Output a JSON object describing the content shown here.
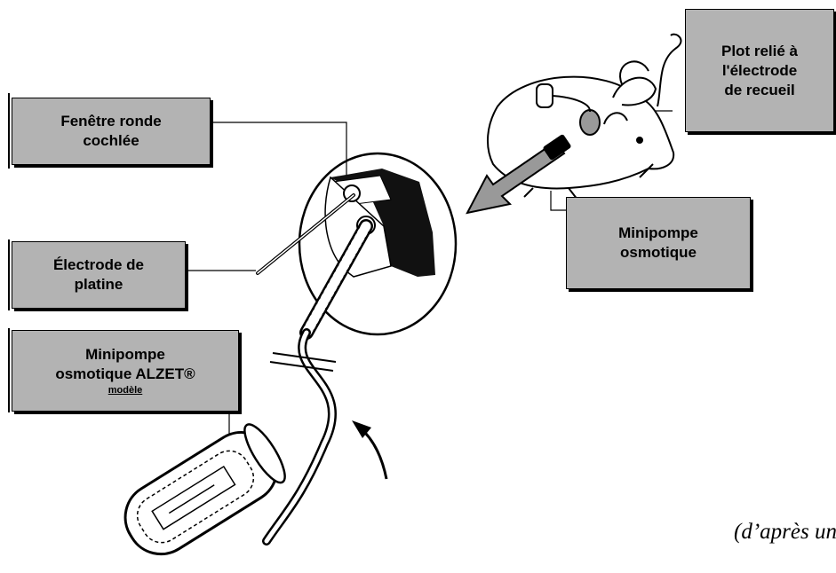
{
  "labels": {
    "round_window": [
      "Fenêtre ronde",
      "cochlée"
    ],
    "electrode": [
      "Électrode de",
      "platine"
    ],
    "pump_model": [
      "Minipompe",
      "osmotique ALZET®",
      "modèle"
    ],
    "plug": [
      "Plot relié à",
      "l'électrode",
      "de recueil"
    ],
    "pump": [
      "Minipompe",
      "osmotique"
    ]
  },
  "caption": "(d’après un schéma de C. D"
}
